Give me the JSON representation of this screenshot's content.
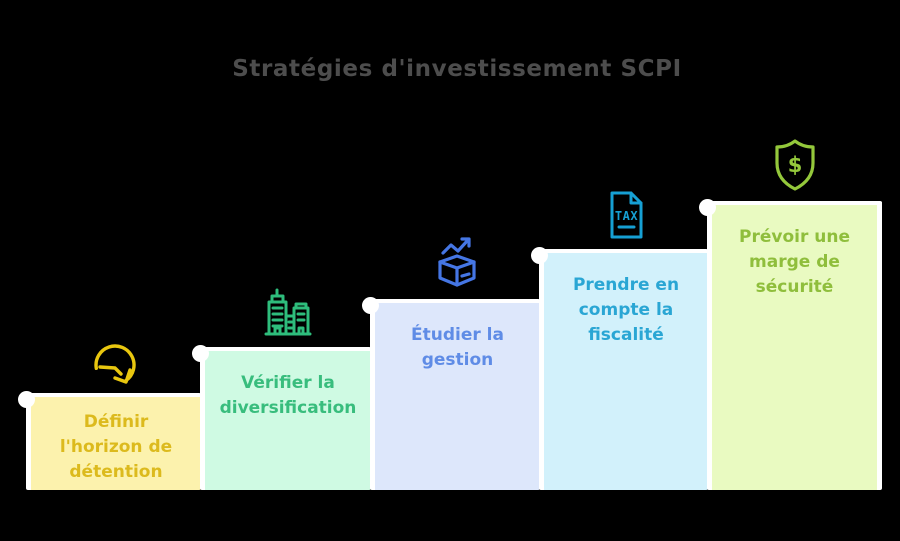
{
  "title": "Stratégies d'investissement SCPI",
  "title_color": "#4d4d4d",
  "background_color": "#000000",
  "steps": [
    {
      "label": "Définir l'horizon de détention",
      "lines": [
        "Définir",
        "l'horizon de",
        "détention"
      ],
      "icon": "clock-history-icon",
      "fill": "#fcf2ad",
      "text_color": "#dcba1d",
      "icon_color": "#e9c70f"
    },
    {
      "label": "Vérifier la diversification",
      "lines": [
        "Vérifier la",
        "diversification"
      ],
      "icon": "buildings-icon",
      "fill": "#cffae3",
      "text_color": "#38bd7d",
      "icon_color": "#2ebd7c"
    },
    {
      "label": "Étudier la gestion",
      "lines": [
        "Étudier la",
        "gestion"
      ],
      "icon": "box-growth-icon",
      "fill": "#dde7fb",
      "text_color": "#5f8ce6",
      "icon_color": "#4576e4"
    },
    {
      "label": "Prendre en compte la fiscalité",
      "lines": [
        "Prendre en",
        "compte la",
        "fiscalité"
      ],
      "icon": "tax-document-icon",
      "fill": "#d2f1fb",
      "text_color": "#2aa6d4",
      "icon_color": "#16a0d4"
    },
    {
      "label": "Prévoir une marge de sécurité",
      "lines": [
        "Prévoir une",
        "marge de",
        "sécurité"
      ],
      "icon": "shield-dollar-icon",
      "fill": "#e9fac1",
      "text_color": "#8fbe3c",
      "icon_color": "#94c83b"
    }
  ]
}
